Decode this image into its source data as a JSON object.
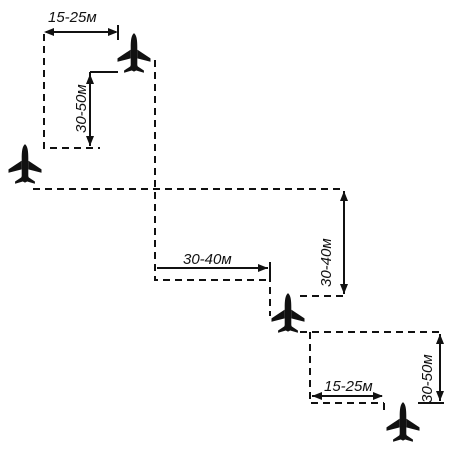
{
  "diagram": {
    "dimensions": [
      {
        "text": "15-25м"
      },
      {
        "text": "30-50м"
      },
      {
        "text": "30-40м"
      },
      {
        "text": "30-40м"
      },
      {
        "text": "15-25м"
      },
      {
        "text": "30-50м"
      }
    ],
    "aircraft": [
      {
        "icon": "jet-aircraft-icon"
      },
      {
        "icon": "jet-aircraft-icon"
      },
      {
        "icon": "jet-aircraft-icon"
      },
      {
        "icon": "jet-aircraft-icon"
      }
    ]
  }
}
